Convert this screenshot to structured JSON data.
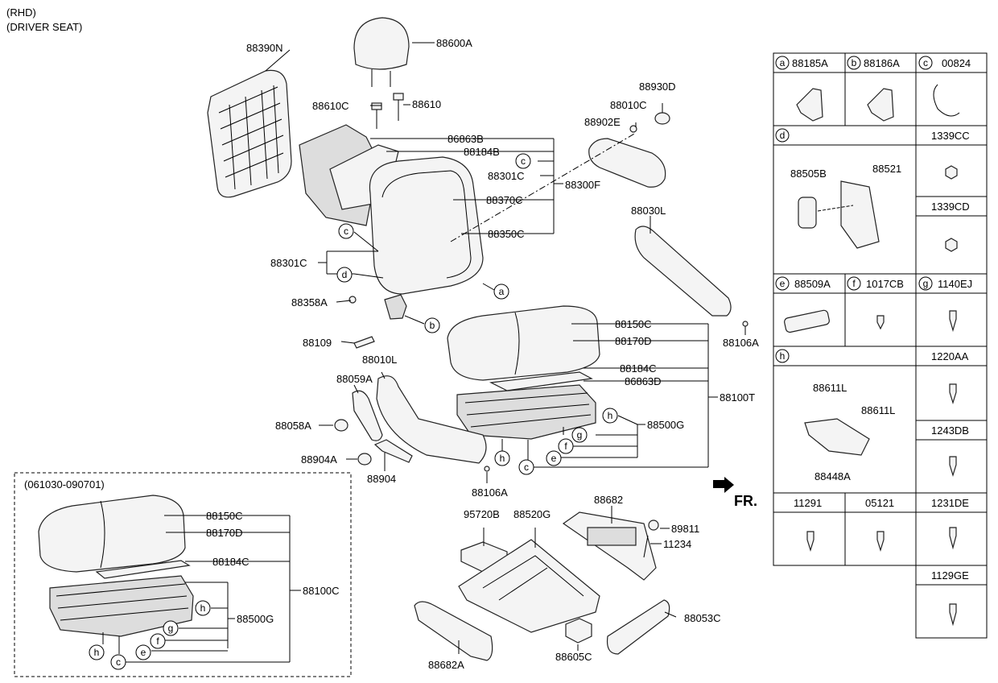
{
  "header": {
    "line1": "(RHD)",
    "line2": "(DRIVER SEAT)"
  },
  "direction_label": "FR.",
  "inset": {
    "title": "(061030-090701)"
  },
  "part_numbers": {
    "p88390N": "88390N",
    "p88600A": "88600A",
    "p88610C": "88610C",
    "p88610": "88610",
    "p88930D": "88930D",
    "p88010C": "88010C",
    "p88902E": "88902E",
    "p86863B": "86863B",
    "p88184B": "88184B",
    "p88301C_a": "88301C",
    "p88370C": "88370C",
    "p88300F": "88300F",
    "p88350C": "88350C",
    "p88301C_b": "88301C",
    "p88358A": "88358A",
    "p88109": "88109",
    "p88030L": "88030L",
    "p88106A_a": "88106A",
    "p88150C": "88150C",
    "p88170D": "88170D",
    "p88184C": "88184C",
    "p86863D": "86863D",
    "p88100T": "88100T",
    "p88500G": "88500G",
    "p88010L": "88010L",
    "p88059A": "88059A",
    "p88058A": "88058A",
    "p88904A": "88904A",
    "p88904": "88904",
    "p88106A_b": "88106A",
    "p88682": "88682",
    "p95720B": "95720B",
    "p88520G": "88520G",
    "p89811": "89811",
    "p11234": "11234",
    "p88053C": "88053C",
    "p88682A": "88682A",
    "p88605C": "88605C",
    "i88150C": "88150C",
    "i88170D": "88170D",
    "i88184C": "88184C",
    "i88100C": "88100C",
    "i88500G": "88500G"
  },
  "callouts": {
    "a": "a",
    "b": "b",
    "c": "c",
    "d": "d",
    "e": "e",
    "f": "f",
    "g": "g",
    "h": "h"
  },
  "legend": {
    "a": "88185A",
    "b": "88186A",
    "c": "00824",
    "d_right1": "1339CC",
    "d_left1": "88505B",
    "d_left2": "88521",
    "d_right2": "1339CD",
    "e": "88509A",
    "f": "1017CB",
    "g": "1140EJ",
    "h_right": "1220AA",
    "h_p1": "88611L",
    "h_p2": "88611L",
    "h_p3": "88448A",
    "r1243": "1243DB",
    "c11291": "11291",
    "c05121": "05121",
    "c1231": "1231DE",
    "c1129": "1129GE"
  }
}
